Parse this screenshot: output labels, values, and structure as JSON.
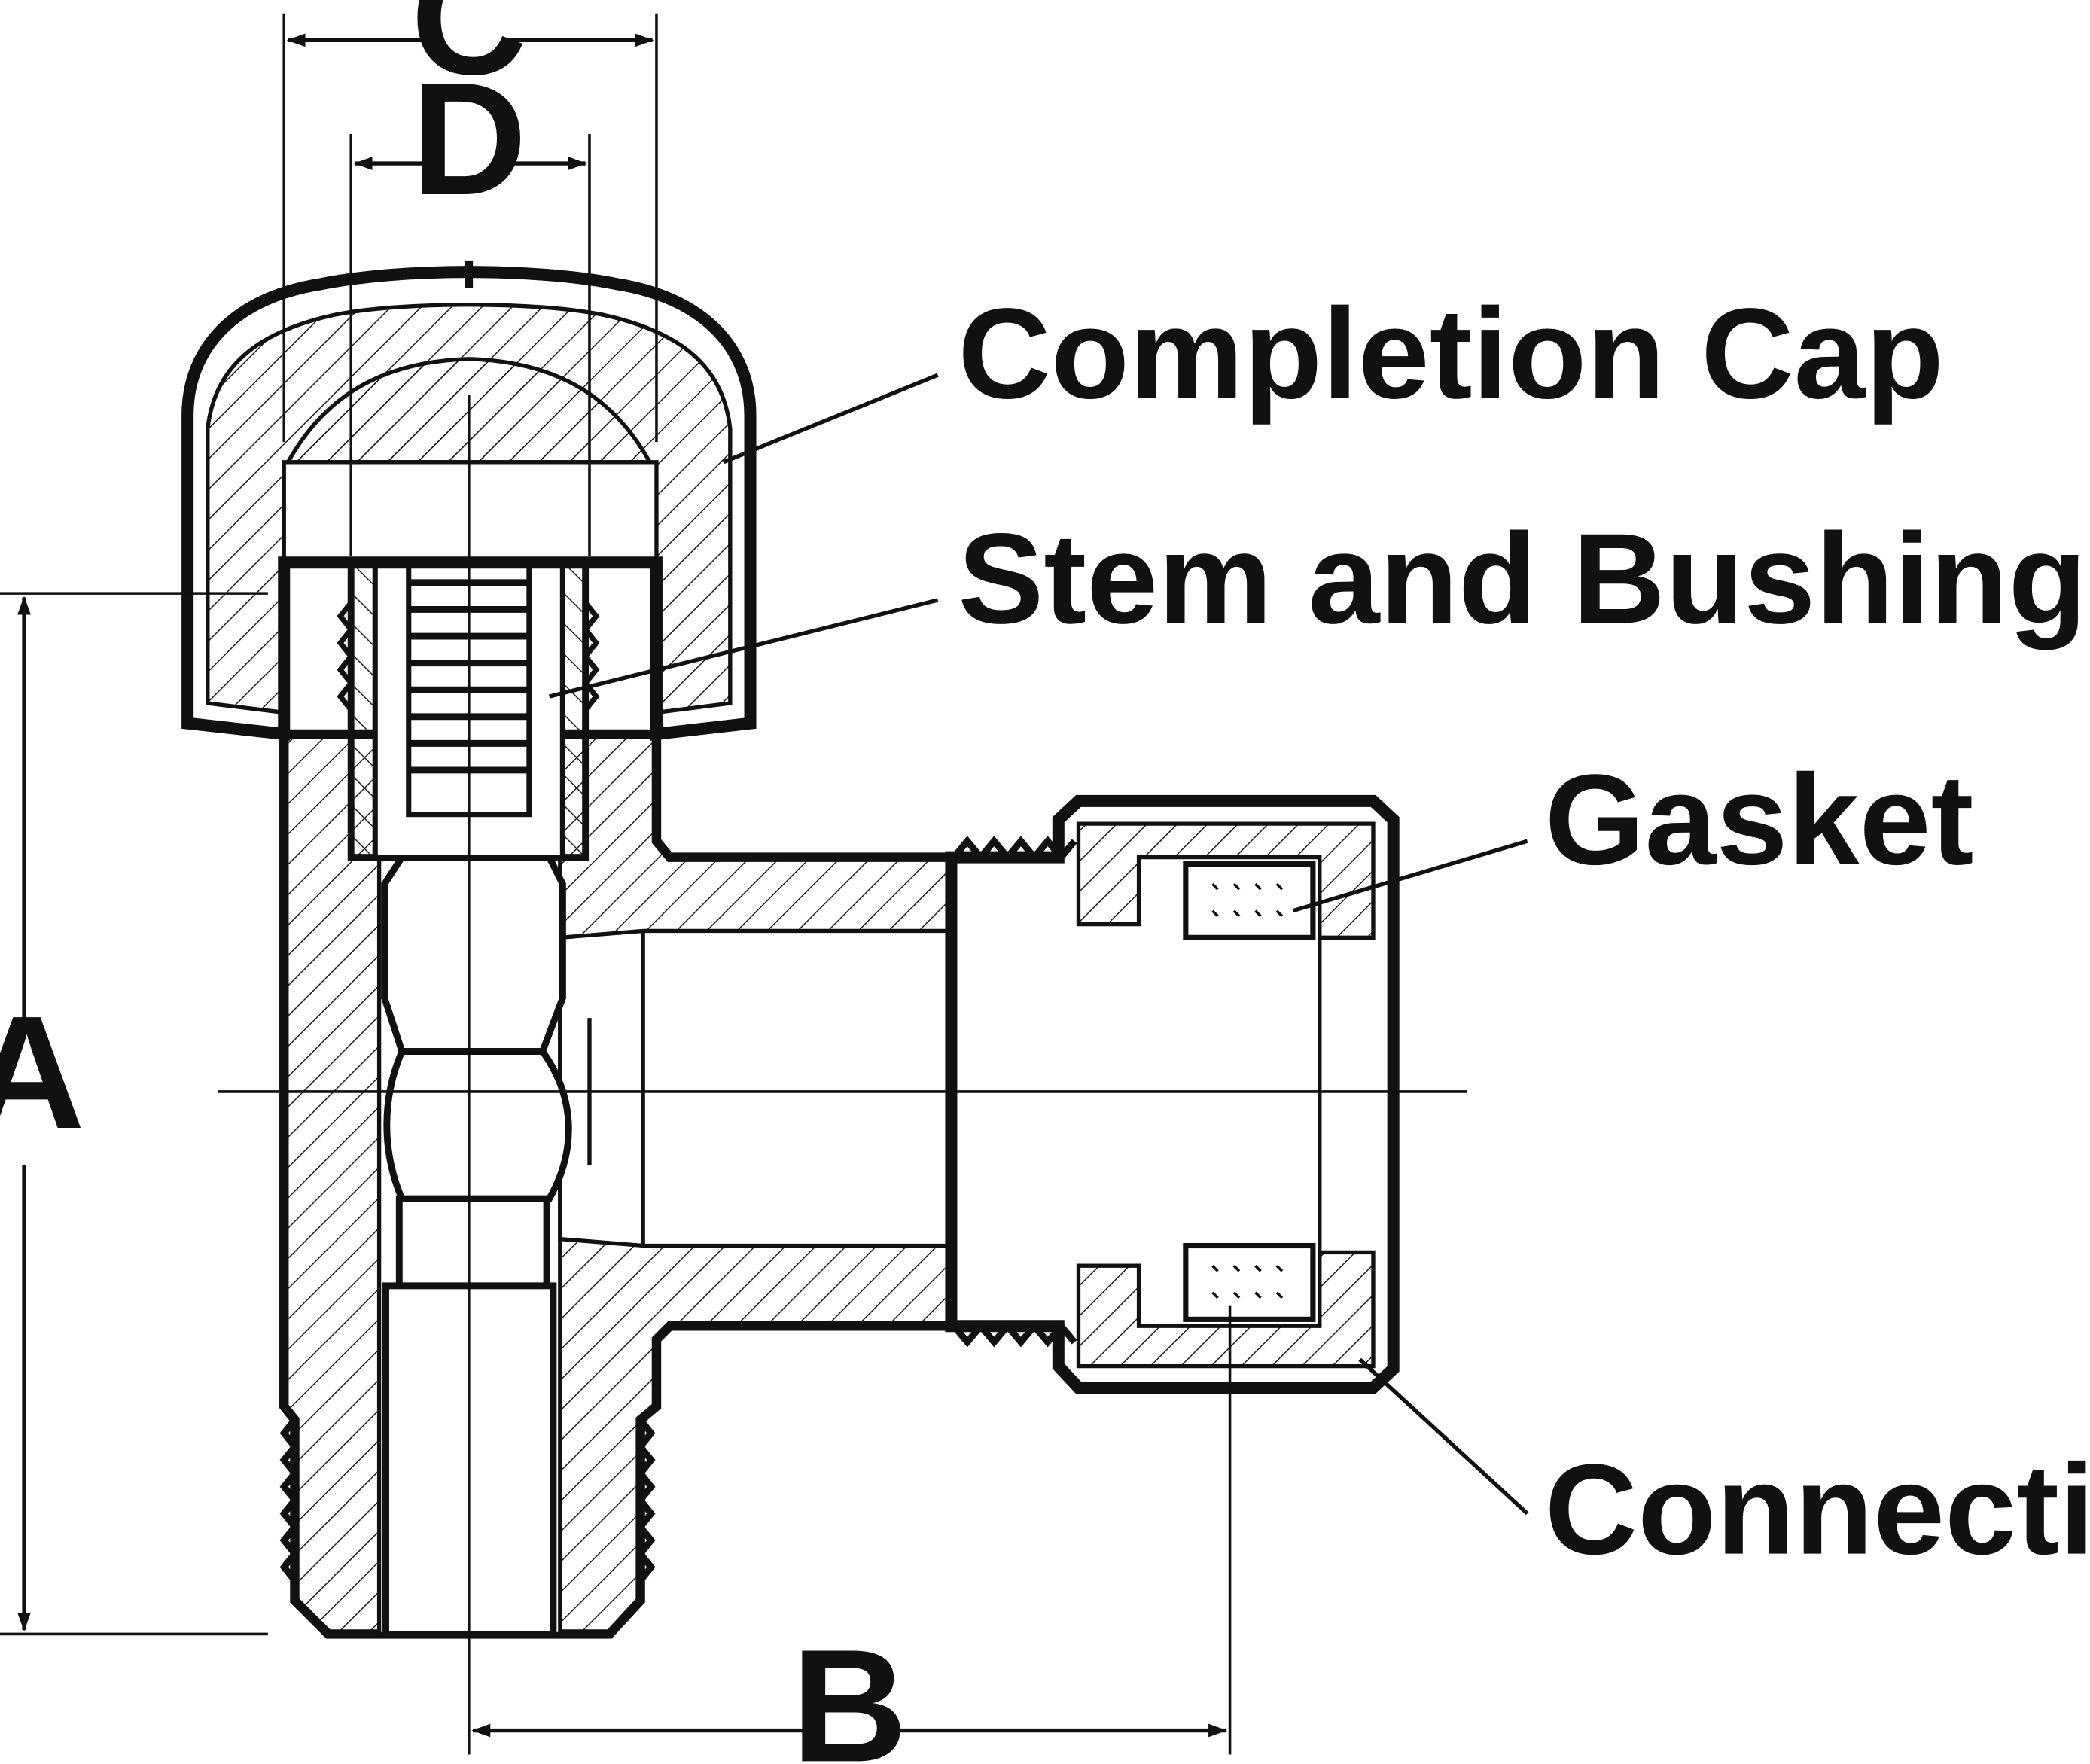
{
  "diagram": {
    "callouts": {
      "completion_cap": "Completion Cap",
      "stem_and_bushing": "Stem and Bushing",
      "gasket": "Gasket",
      "connection_nut": "Connection Nut"
    },
    "dimensions": {
      "a": "A",
      "b": "B",
      "c": "C",
      "d": "D"
    },
    "colors": {
      "ink": "#111111",
      "background": "#ffffff"
    }
  }
}
